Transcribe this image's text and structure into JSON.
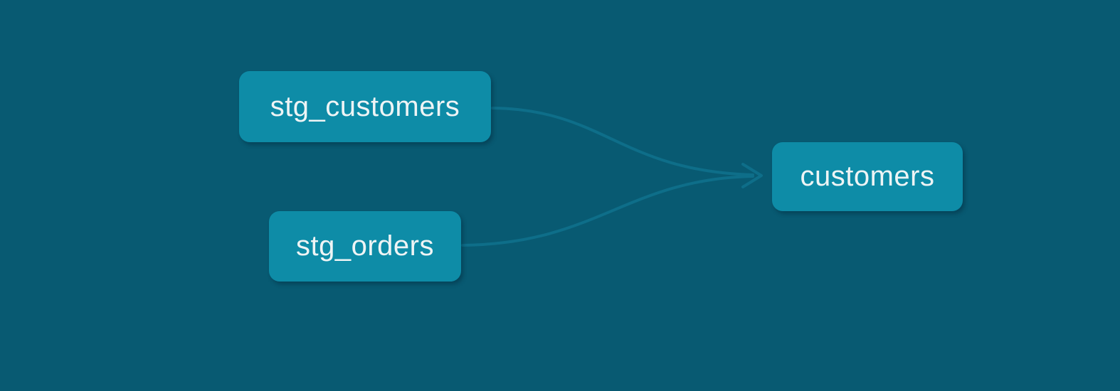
{
  "diagram": {
    "type": "lineage-graph",
    "colors": {
      "background_color": "#085a72",
      "node_color": "#0e8ca7",
      "edge_color": "#0e6e89",
      "text_color": "#eef4f5"
    },
    "nodes": [
      {
        "id": "stg_customers",
        "label": "stg_customers"
      },
      {
        "id": "stg_orders",
        "label": "stg_orders"
      },
      {
        "id": "customers",
        "label": "customers"
      }
    ],
    "edges": [
      {
        "from": "stg_customers",
        "to": "customers"
      },
      {
        "from": "stg_orders",
        "to": "customers"
      }
    ]
  }
}
